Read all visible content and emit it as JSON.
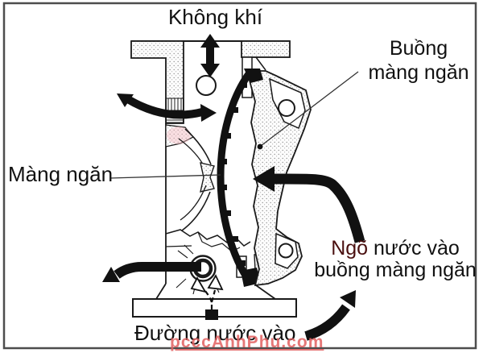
{
  "diagram": {
    "labels": {
      "air": "Không khí",
      "chamber_line1": "Buồng",
      "chamber_line2": "màng ngăn",
      "diaphragm": "Màng ngăn",
      "chamber_inlet_accent": "Ngõ",
      "chamber_inlet_line1_rest": " nước vào",
      "chamber_inlet_line2": "buồng màng ngăn",
      "water_inlet": "Đường nước vào"
    },
    "watermark": "pcccAnhPhu.com",
    "arrows": {
      "air_vertical": "double-headed-vertical-arrow",
      "air_sweep": "double-headed-curved-arrow",
      "chamber_inlet": "left-pointing-curved-arrow",
      "water_out": "down-left-curved-arrow",
      "water_up": "up-right-curved-arrow",
      "inlet_dashed": "dashed-hollow-arrow"
    },
    "colors": {
      "ink": "#1a1a1a",
      "frame": "#4d4d4d",
      "accent_text": "#4a1010",
      "watermark": "#e25f5f",
      "blush": "#f5b8bf",
      "stipple": "#909090"
    }
  }
}
